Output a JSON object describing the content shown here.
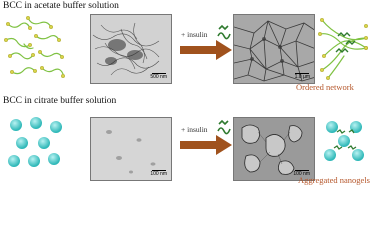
{
  "panels": {
    "top": {
      "title": "BCC in acetate buffer solution",
      "arrow_label": "+ insulin",
      "scale_left": "500 nm",
      "scale_right": "1.0 µm",
      "caption": "Ordered network"
    },
    "bottom": {
      "title": "BCC in citrate buffer solution",
      "arrow_label": "+ insulin",
      "scale_left": "100 nm",
      "scale_right": "100 nm",
      "caption": "Aggregated nanogels"
    }
  },
  "colors": {
    "arrow": "#a0521d",
    "caption": "#b5562a",
    "chain": "#7fc243",
    "bead": "#d8d44a",
    "nanogel": "#3ec9c9",
    "insulin": "#2f7a2f",
    "tem_light": "#d6d6d6",
    "tem_dark": "#4a4a4a"
  }
}
